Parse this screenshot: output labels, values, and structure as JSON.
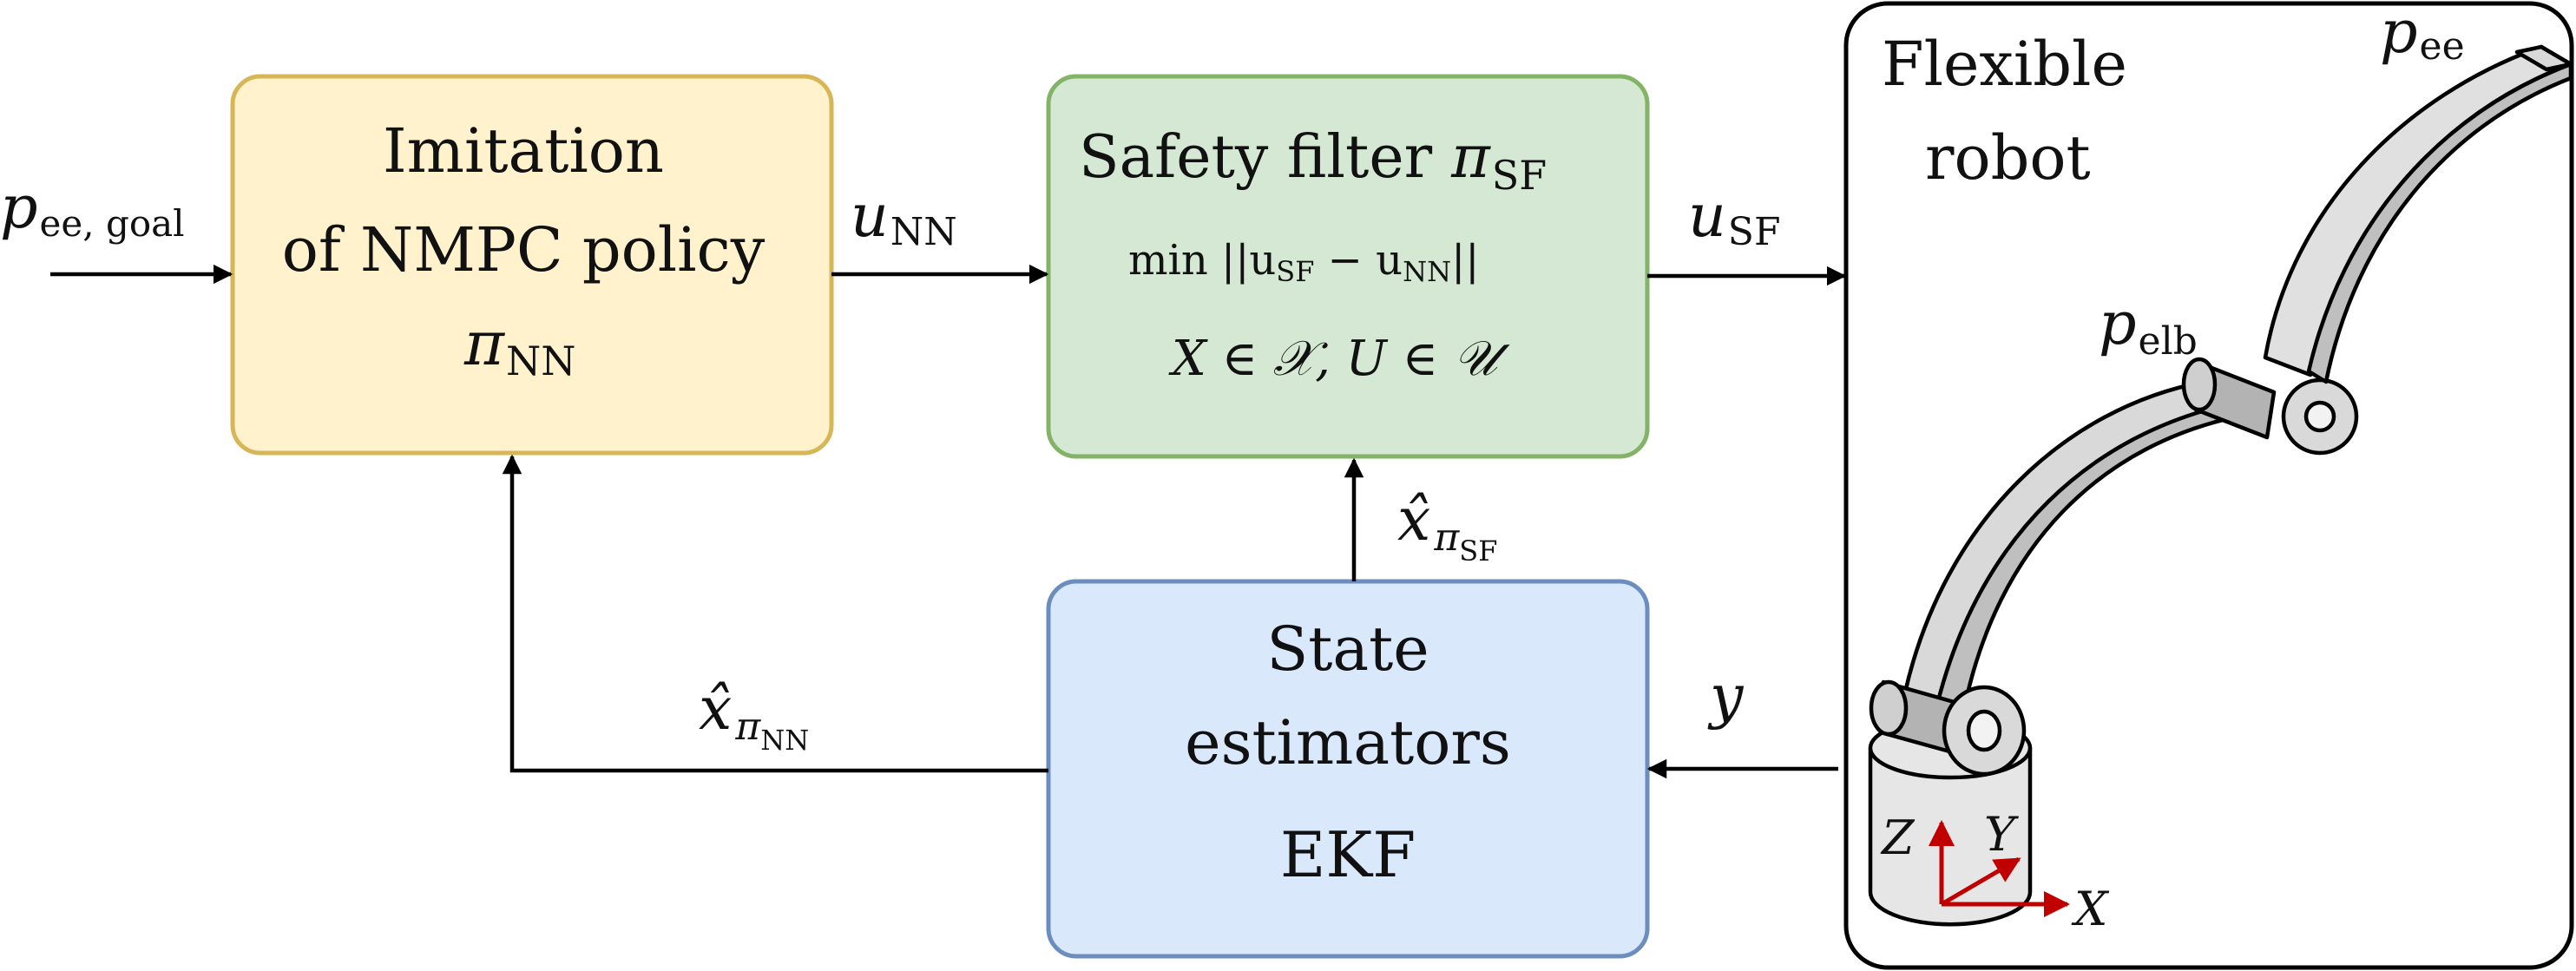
{
  "colors": {
    "imitation_fill": "#fff2cc",
    "imitation_stroke": "#d6b656",
    "safety_fill": "#d5e8d4",
    "safety_stroke": "#82b366",
    "estimator_fill": "#dae8fc",
    "estimator_stroke": "#6c8ebf",
    "line": "#000000",
    "axis_red": "#c00000"
  },
  "input": {
    "symbol": "p",
    "sub": "ee, goal"
  },
  "imitation": {
    "line1": "Imitation",
    "line2": "of NMPC policy",
    "symbol": "π",
    "sub": "NN"
  },
  "u_nn": {
    "symbol": "u",
    "sub": "NN"
  },
  "safety": {
    "title": "Safety filter",
    "symbol": "π",
    "sub": "SF",
    "objective": "min ||u",
    "obj_sub1": "SF",
    "obj_mid": " − u",
    "obj_sub2": "NN",
    "obj_end": "||",
    "constraint": "X ∈ 𝒳, U ∈ 𝒰"
  },
  "u_sf": {
    "symbol": "u",
    "sub": "SF"
  },
  "x_hat_sf": {
    "symbol": "x̂",
    "sub": "π",
    "subsub": "SF"
  },
  "x_hat_nn": {
    "symbol": "x̂",
    "sub": "π",
    "subsub": "NN"
  },
  "estimator": {
    "line1": "State",
    "line2": "estimators",
    "name": "EKF"
  },
  "y_label": "y",
  "robot": {
    "title_line1": "Flexible",
    "title_line2": "robot",
    "p_ee": {
      "symbol": "p",
      "sub": "ee"
    },
    "p_elb": {
      "symbol": "p",
      "sub": "elb"
    },
    "axes": {
      "x": "X",
      "y": "Y",
      "z": "Z"
    }
  }
}
